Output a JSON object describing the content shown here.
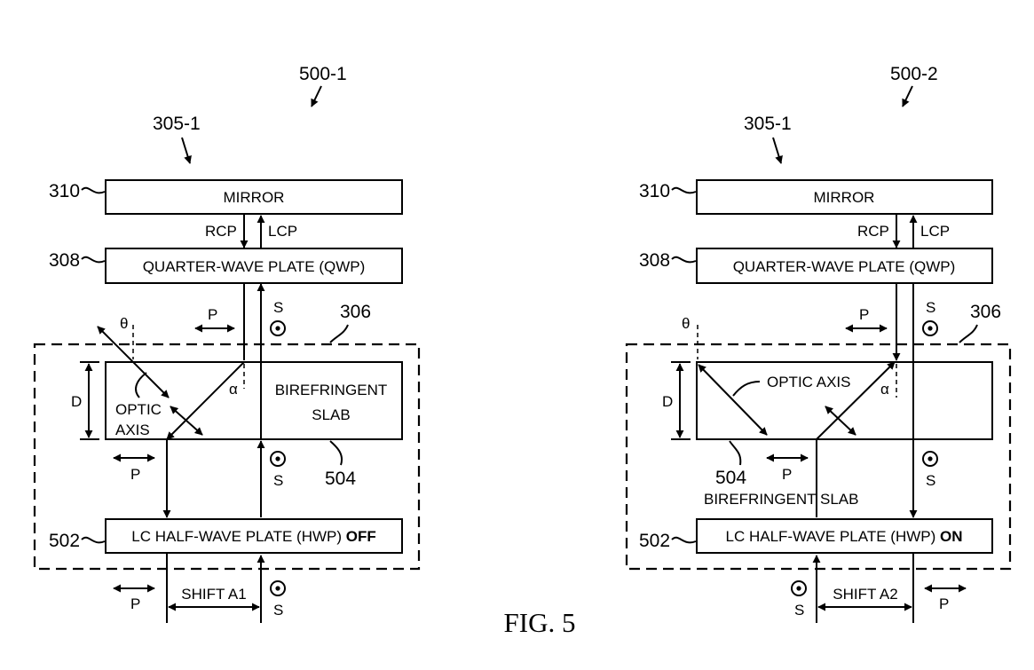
{
  "figure_caption": "FIG. 5",
  "panels": [
    {
      "ref": "500-1",
      "assembly_ref": "305-1",
      "mirror": {
        "ref": "310",
        "label": "MIRROR"
      },
      "qwp": {
        "ref": "308",
        "label": "QUARTER-WAVE PLATE (QWP)"
      },
      "rcp": "RCP",
      "lcp": "LCP",
      "dashed_box_ref": "306",
      "slab": {
        "ref": "504",
        "label_line1": "BIREFRINGENT",
        "label_line2": "SLAB"
      },
      "optic_axis_line1": "OPTIC",
      "optic_axis_line2": "AXIS",
      "theta": "θ",
      "alpha": "α",
      "thickness": "D",
      "hwp": {
        "ref": "502",
        "label": "LC HALF-WAVE PLATE (HWP) ",
        "state": "OFF"
      },
      "shift": "SHIFT A1",
      "p": "P",
      "s": "S"
    },
    {
      "ref": "500-2",
      "assembly_ref": "305-1",
      "mirror": {
        "ref": "310",
        "label": "MIRROR"
      },
      "qwp": {
        "ref": "308",
        "label": "QUARTER-WAVE PLATE (QWP)"
      },
      "rcp": "RCP",
      "lcp": "LCP",
      "dashed_box_ref": "306",
      "slab": {
        "ref": "504",
        "label": "BIREFRINGENT SLAB"
      },
      "optic_axis": "OPTIC AXIS",
      "theta": "θ",
      "alpha": "α",
      "thickness": "D",
      "hwp": {
        "ref": "502",
        "label": "LC HALF-WAVE PLATE (HWP) ",
        "state": "ON"
      },
      "shift": "SHIFT A2",
      "p": "P",
      "s": "S"
    }
  ]
}
